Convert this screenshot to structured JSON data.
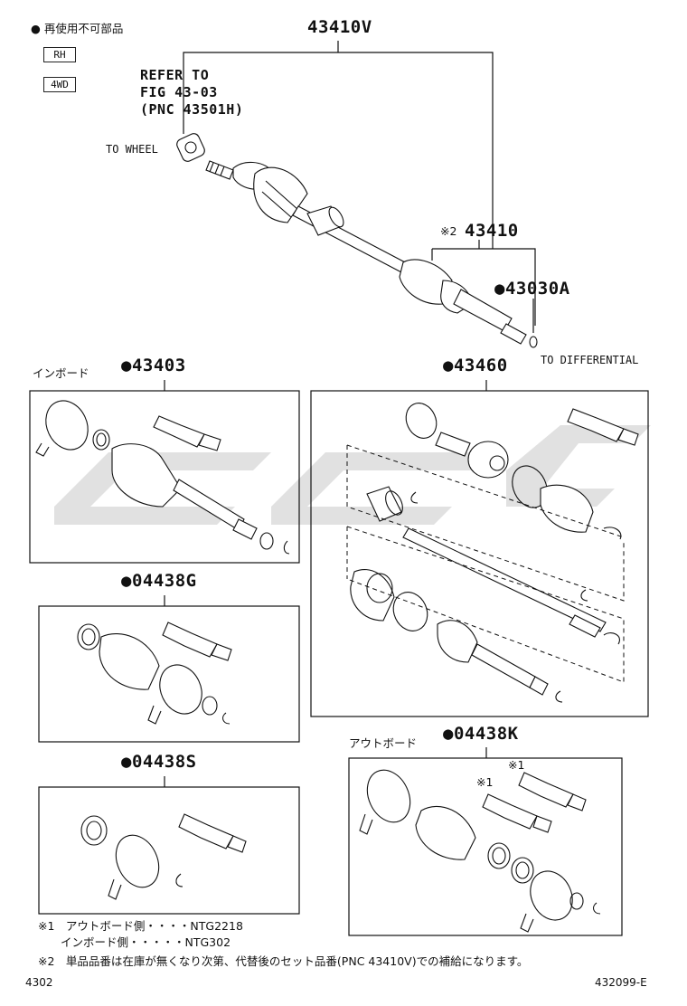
{
  "legend": {
    "non_reusable_note": "● 再使用不可部品",
    "tags": [
      "RH",
      "4WD"
    ]
  },
  "main_assembly": {
    "pnc": "43410V",
    "refer_lines": [
      "REFER TO",
      "FIG 43-03",
      "(PNC 43501H)"
    ],
    "to_wheel": "TO WHEEL",
    "to_differential": "TO DIFFERENTIAL",
    "sub_pnc_prefix": "※2",
    "sub_pnc": "43410",
    "washer_pnc": "●43030A"
  },
  "kits": [
    {
      "id": "k43403",
      "side_label": "インボード",
      "pnc": "●43403"
    },
    {
      "id": "k43460",
      "side_label": "",
      "pnc": "●43460"
    },
    {
      "id": "k04438G",
      "side_label": "",
      "pnc": "●04438G"
    },
    {
      "id": "k04438S",
      "side_label": "",
      "pnc": "●04438S"
    },
    {
      "id": "k04438K",
      "side_label": "アウトボード",
      "pnc": "●04438K"
    }
  ],
  "kit_04438K_marks": [
    "※1",
    "※1"
  ],
  "footnotes": [
    "※1　アウトボード側・・・・NTG2218",
    "　　インボード側・・・・・NTG302",
    "※2　単品品番は在庫が無くなり次第、代替後のセット品番(PNC 43410V)での補給になります。"
  ],
  "footer": {
    "page": "4302",
    "illustration_id": "432099-E"
  },
  "colors": {
    "line": "#111111",
    "watermark": "#dcdcdc"
  }
}
